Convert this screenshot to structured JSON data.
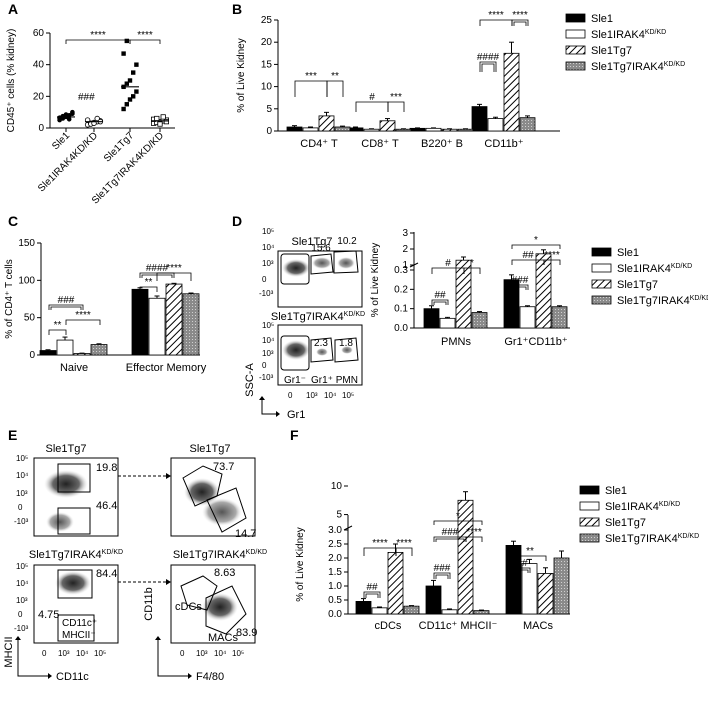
{
  "panels": {
    "A": {
      "letter": "A"
    },
    "B": {
      "letter": "B"
    },
    "C": {
      "letter": "C"
    },
    "D": {
      "letter": "D"
    },
    "E": {
      "letter": "E"
    },
    "F": {
      "letter": "F"
    }
  },
  "legend": [
    {
      "name": "Sle1",
      "sup": "",
      "pattern": "solid"
    },
    {
      "name": "Sle1IRAK4",
      "sup": "KD/KD",
      "pattern": "open"
    },
    {
      "name": "Sle1Tg7",
      "sup": "",
      "pattern": "hatch"
    },
    {
      "name": "Sle1Tg7IRAK4",
      "sup": "KD/KD",
      "pattern": "dots"
    }
  ],
  "colors": {
    "solid": "#000000",
    "open": "#ffffff",
    "grey": "#9a9a9a"
  },
  "chart_data": [
    {
      "panel": "A",
      "type": "scatter",
      "ylabel": "CD45⁺ cells (% kidney)",
      "ylim": [
        0,
        60
      ],
      "yticks": [
        "0",
        "20",
        "40",
        "60"
      ],
      "categories": [
        "Sle1",
        "Sle1IRAK4KD/KD",
        "Sle1Tg7",
        "Sle1Tg7IRAK4KD/KD"
      ],
      "means": [
        7,
        4,
        26,
        4.5
      ],
      "points": [
        [
          5,
          6,
          7,
          8,
          9,
          6.5,
          7.5,
          8.5,
          5.5,
          10,
          6
        ],
        [
          2,
          3,
          3.5,
          4,
          4.5,
          5,
          2.5,
          3,
          6,
          4
        ],
        [
          12,
          15,
          18,
          20,
          23,
          26,
          28,
          30,
          35,
          40,
          47,
          55
        ],
        [
          3,
          3.5,
          4,
          4.5,
          5,
          5.5,
          6,
          2.5,
          7,
          4
        ]
      ],
      "sig": [
        {
          "label": "****"
        },
        {
          "label": "****"
        },
        {
          "label": "###"
        }
      ]
    },
    {
      "panel": "B",
      "type": "bar",
      "ylabel": "% of Live Kidney",
      "ylim": [
        0,
        25
      ],
      "yticks": [
        "0",
        "5",
        "10",
        "15",
        "20",
        "25"
      ],
      "categories": [
        "CD4⁺ T",
        "CD8⁺ T",
        "B220⁺ B",
        "CD11b⁺"
      ],
      "series": [
        {
          "name": "Sle1",
          "values": [
            0.9,
            0.7,
            0.6,
            5.5
          ],
          "err": [
            0.3,
            0.2,
            0.1,
            0.5
          ]
        },
        {
          "name": "Sle1IRAK4KD/KD",
          "values": [
            0.7,
            0.4,
            0.6,
            2.8
          ],
          "err": [
            0.2,
            0.1,
            0.1,
            0.3
          ]
        },
        {
          "name": "Sle1Tg7",
          "values": [
            3.4,
            2.3,
            0.4,
            17.5
          ],
          "err": [
            0.8,
            0.5,
            0.1,
            2.5
          ]
        },
        {
          "name": "Sle1Tg7IRAK4KD/KD",
          "values": [
            0.9,
            0.4,
            0.4,
            3.0
          ],
          "err": [
            0.2,
            0.1,
            0.1,
            0.4
          ]
        }
      ],
      "sig": [
        {
          "label": "***"
        },
        {
          "label": "**"
        },
        {
          "label": "#"
        },
        {
          "label": "***"
        },
        {
          "label": "****"
        },
        {
          "label": "****"
        },
        {
          "label": "####"
        }
      ]
    },
    {
      "panel": "C",
      "type": "bar",
      "ylabel": "% of CD4⁺ T cells",
      "ylim": [
        0,
        150
      ],
      "yticks": [
        "0",
        "50",
        "100",
        "150"
      ],
      "categories": [
        "Naive",
        "Effector Memory"
      ],
      "series": [
        {
          "name": "Sle1",
          "values": [
            6,
            88
          ],
          "err": [
            1,
            2
          ]
        },
        {
          "name": "Sle1IRAK4KD/KD",
          "values": [
            20,
            76
          ],
          "err": [
            4,
            3
          ]
        },
        {
          "name": "Sle1Tg7",
          "values": [
            2,
            95
          ],
          "err": [
            0.5,
            1
          ]
        },
        {
          "name": "Sle1Tg7IRAK4KD/KD",
          "values": [
            14,
            82
          ],
          "err": [
            1,
            1
          ]
        }
      ],
      "sig": [
        {
          "label": "###"
        },
        {
          "label": "**"
        },
        {
          "label": "****"
        },
        {
          "label": "####"
        },
        {
          "label": "**"
        },
        {
          "label": "****"
        }
      ]
    },
    {
      "panel": "D",
      "type": "bar",
      "ylabel": "% of Live Kidney",
      "ylim": [
        0,
        3
      ],
      "yticks": [
        "0.0",
        "0.1",
        "0.2",
        "0.3",
        "1",
        "2",
        "3"
      ],
      "categories": [
        "PMNs",
        "Gr1⁺CD11b⁺"
      ],
      "series": [
        {
          "name": "Sle1",
          "values": [
            0.1,
            0.25
          ],
          "err": [
            0.015,
            0.025
          ]
        },
        {
          "name": "Sle1IRAK4KD/KD",
          "values": [
            0.05,
            0.11
          ],
          "err": [
            0.005,
            0.005
          ]
        },
        {
          "name": "Sle1Tg7",
          "values": [
            1.3,
            1.7
          ],
          "err": [
            0.2,
            0.25
          ]
        },
        {
          "name": "Sle1Tg7IRAK4KD/KD",
          "values": [
            0.08,
            0.11
          ],
          "err": [
            0.005,
            0.005
          ]
        }
      ],
      "sig": [
        {
          "label": "#"
        },
        {
          "label": "*"
        },
        {
          "label": "##"
        },
        {
          "label": "*"
        },
        {
          "label": "##"
        },
        {
          "label": "****"
        },
        {
          "label": "###"
        }
      ]
    },
    {
      "panel": "F",
      "type": "bar",
      "ylabel": "% of Live Kidney",
      "ylim": [
        0,
        10
      ],
      "yticks": [
        "0.0",
        "0.5",
        "1.0",
        "1.5",
        "2.0",
        "2.5",
        "3.0",
        "5",
        "10"
      ],
      "categories": [
        "cDCs",
        "CD11c⁺ MHCII⁻",
        "MACs"
      ],
      "series": [
        {
          "name": "Sle1",
          "values": [
            0.45,
            1.0,
            2.45
          ],
          "err": [
            0.1,
            0.2,
            0.15
          ]
        },
        {
          "name": "Sle1IRAK4KD/KD",
          "values": [
            0.22,
            0.15,
            1.8
          ],
          "err": [
            0.03,
            0.03,
            0.15
          ]
        },
        {
          "name": "Sle1Tg7",
          "values": [
            2.2,
            7.5,
            1.45
          ],
          "err": [
            0.3,
            1.5,
            0.2
          ]
        },
        {
          "name": "Sle1Tg7IRAK4KD/KD",
          "values": [
            0.28,
            0.12,
            2.0
          ],
          "err": [
            0.02,
            0.02,
            0.25
          ]
        }
      ],
      "sig": [
        {
          "label": "****"
        },
        {
          "label": "****"
        },
        {
          "label": "##"
        },
        {
          "label": "*"
        },
        {
          "label": "###"
        },
        {
          "label": "****"
        },
        {
          "label": "###"
        },
        {
          "label": "**"
        },
        {
          "label": "##"
        }
      ]
    }
  ],
  "flow": {
    "D_top_title": "Sle1Tg7",
    "D_top_vals": [
      "15.6",
      "10.2"
    ],
    "D_bot_title": "Sle1Tg7IRAK4",
    "D_bot_sup": "KD/KD",
    "D_bot_vals": [
      "2.3",
      "1.8"
    ],
    "D_gates": [
      "Gr1⁻",
      "Gr1⁺ PMN"
    ],
    "D_yticks": [
      "10⁵",
      "10⁴",
      "10³",
      "0",
      "-10³"
    ],
    "D_xticks": [
      "0",
      "10³",
      "10⁴",
      "10⁵"
    ],
    "D_yaxis": "SSC-A",
    "D_xaxis": "Gr1",
    "E_top_left_title": "Sle1Tg7",
    "E_top_left_vals": [
      "19.8",
      "46.4"
    ],
    "E_top_right_title": "Sle1Tg7",
    "E_top_right_vals": [
      "73.7",
      "14.7"
    ],
    "E_bot_left_title": "Sle1Tg7IRAK4",
    "E_bot_left_vals": [
      "84.4",
      "4.75"
    ],
    "E_bot_right_title": "Sle1Tg7IRAK4",
    "E_bot_right_vals": [
      "8.63",
      "83.9"
    ],
    "E_sup": "KD/KD",
    "E_gate_left": [
      "CD11c⁺",
      "MHCII⁻"
    ],
    "E_gate_right": [
      "cDCs",
      "MACs"
    ],
    "E_axes": {
      "left_y": "MHCII",
      "left_x": "CD11c",
      "right_y": "CD11b",
      "right_x": "F4/80"
    }
  }
}
